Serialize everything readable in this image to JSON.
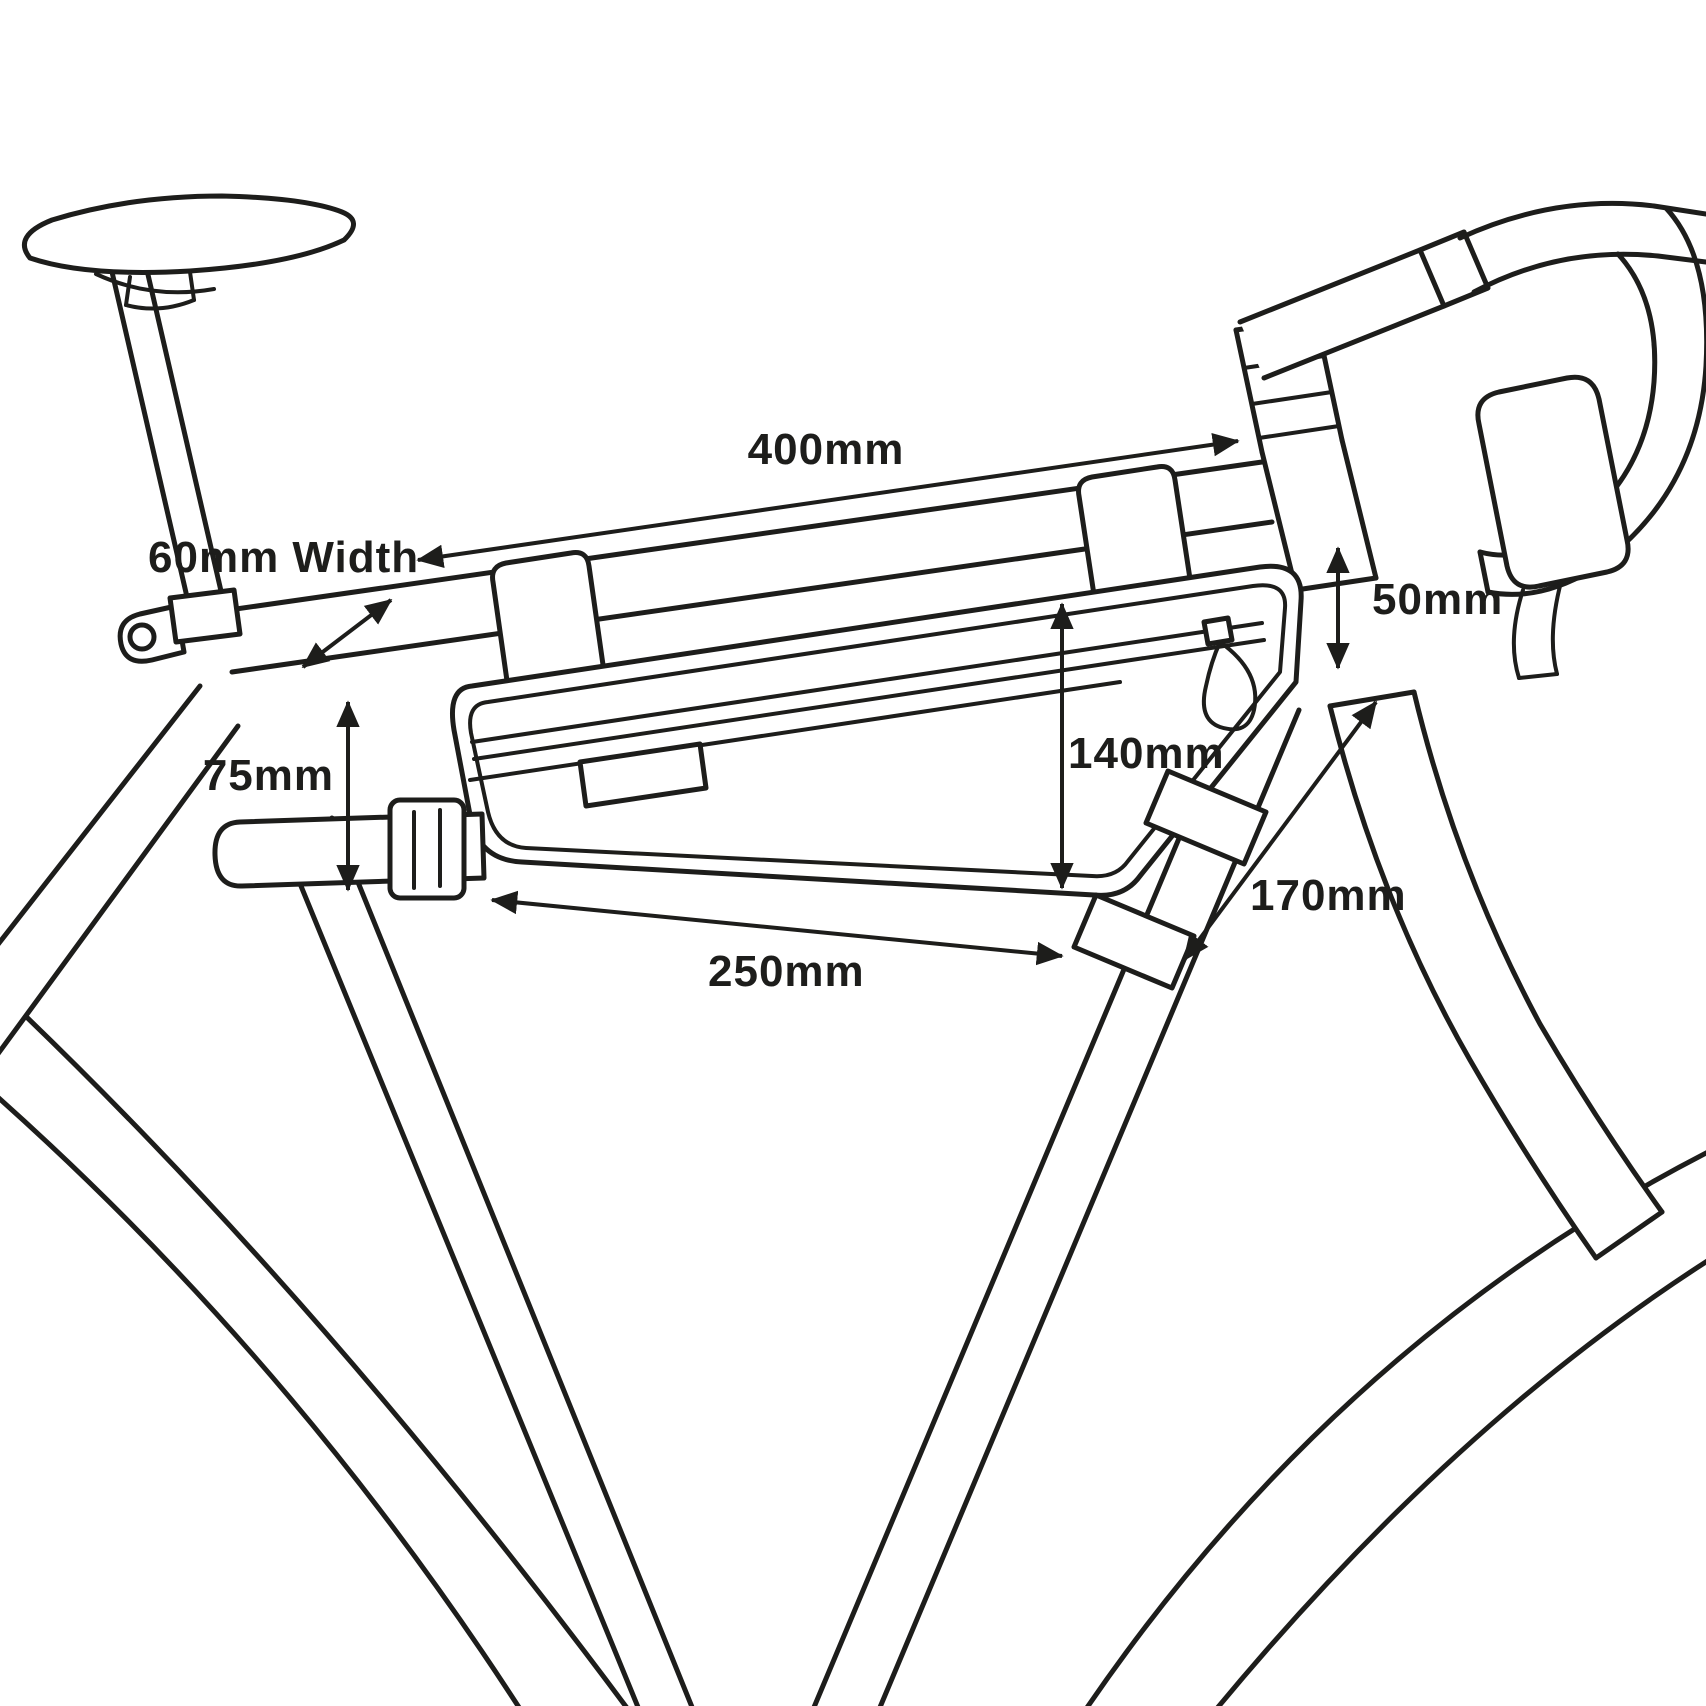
{
  "diagram": {
    "background_color": "#ffffff",
    "line_color": "#1d1d1b",
    "subject": "bicycle-frame-bag-dimension-diagram",
    "dimensions": {
      "top_length": {
        "label": "400mm"
      },
      "bag_width": {
        "label": "60mm Width"
      },
      "front_height": {
        "label": "50mm"
      },
      "middle_height": {
        "label": "140mm"
      },
      "rear_height": {
        "label": "75mm"
      },
      "base_length": {
        "label": "250mm"
      },
      "front_edge": {
        "label": "170mm"
      }
    }
  }
}
